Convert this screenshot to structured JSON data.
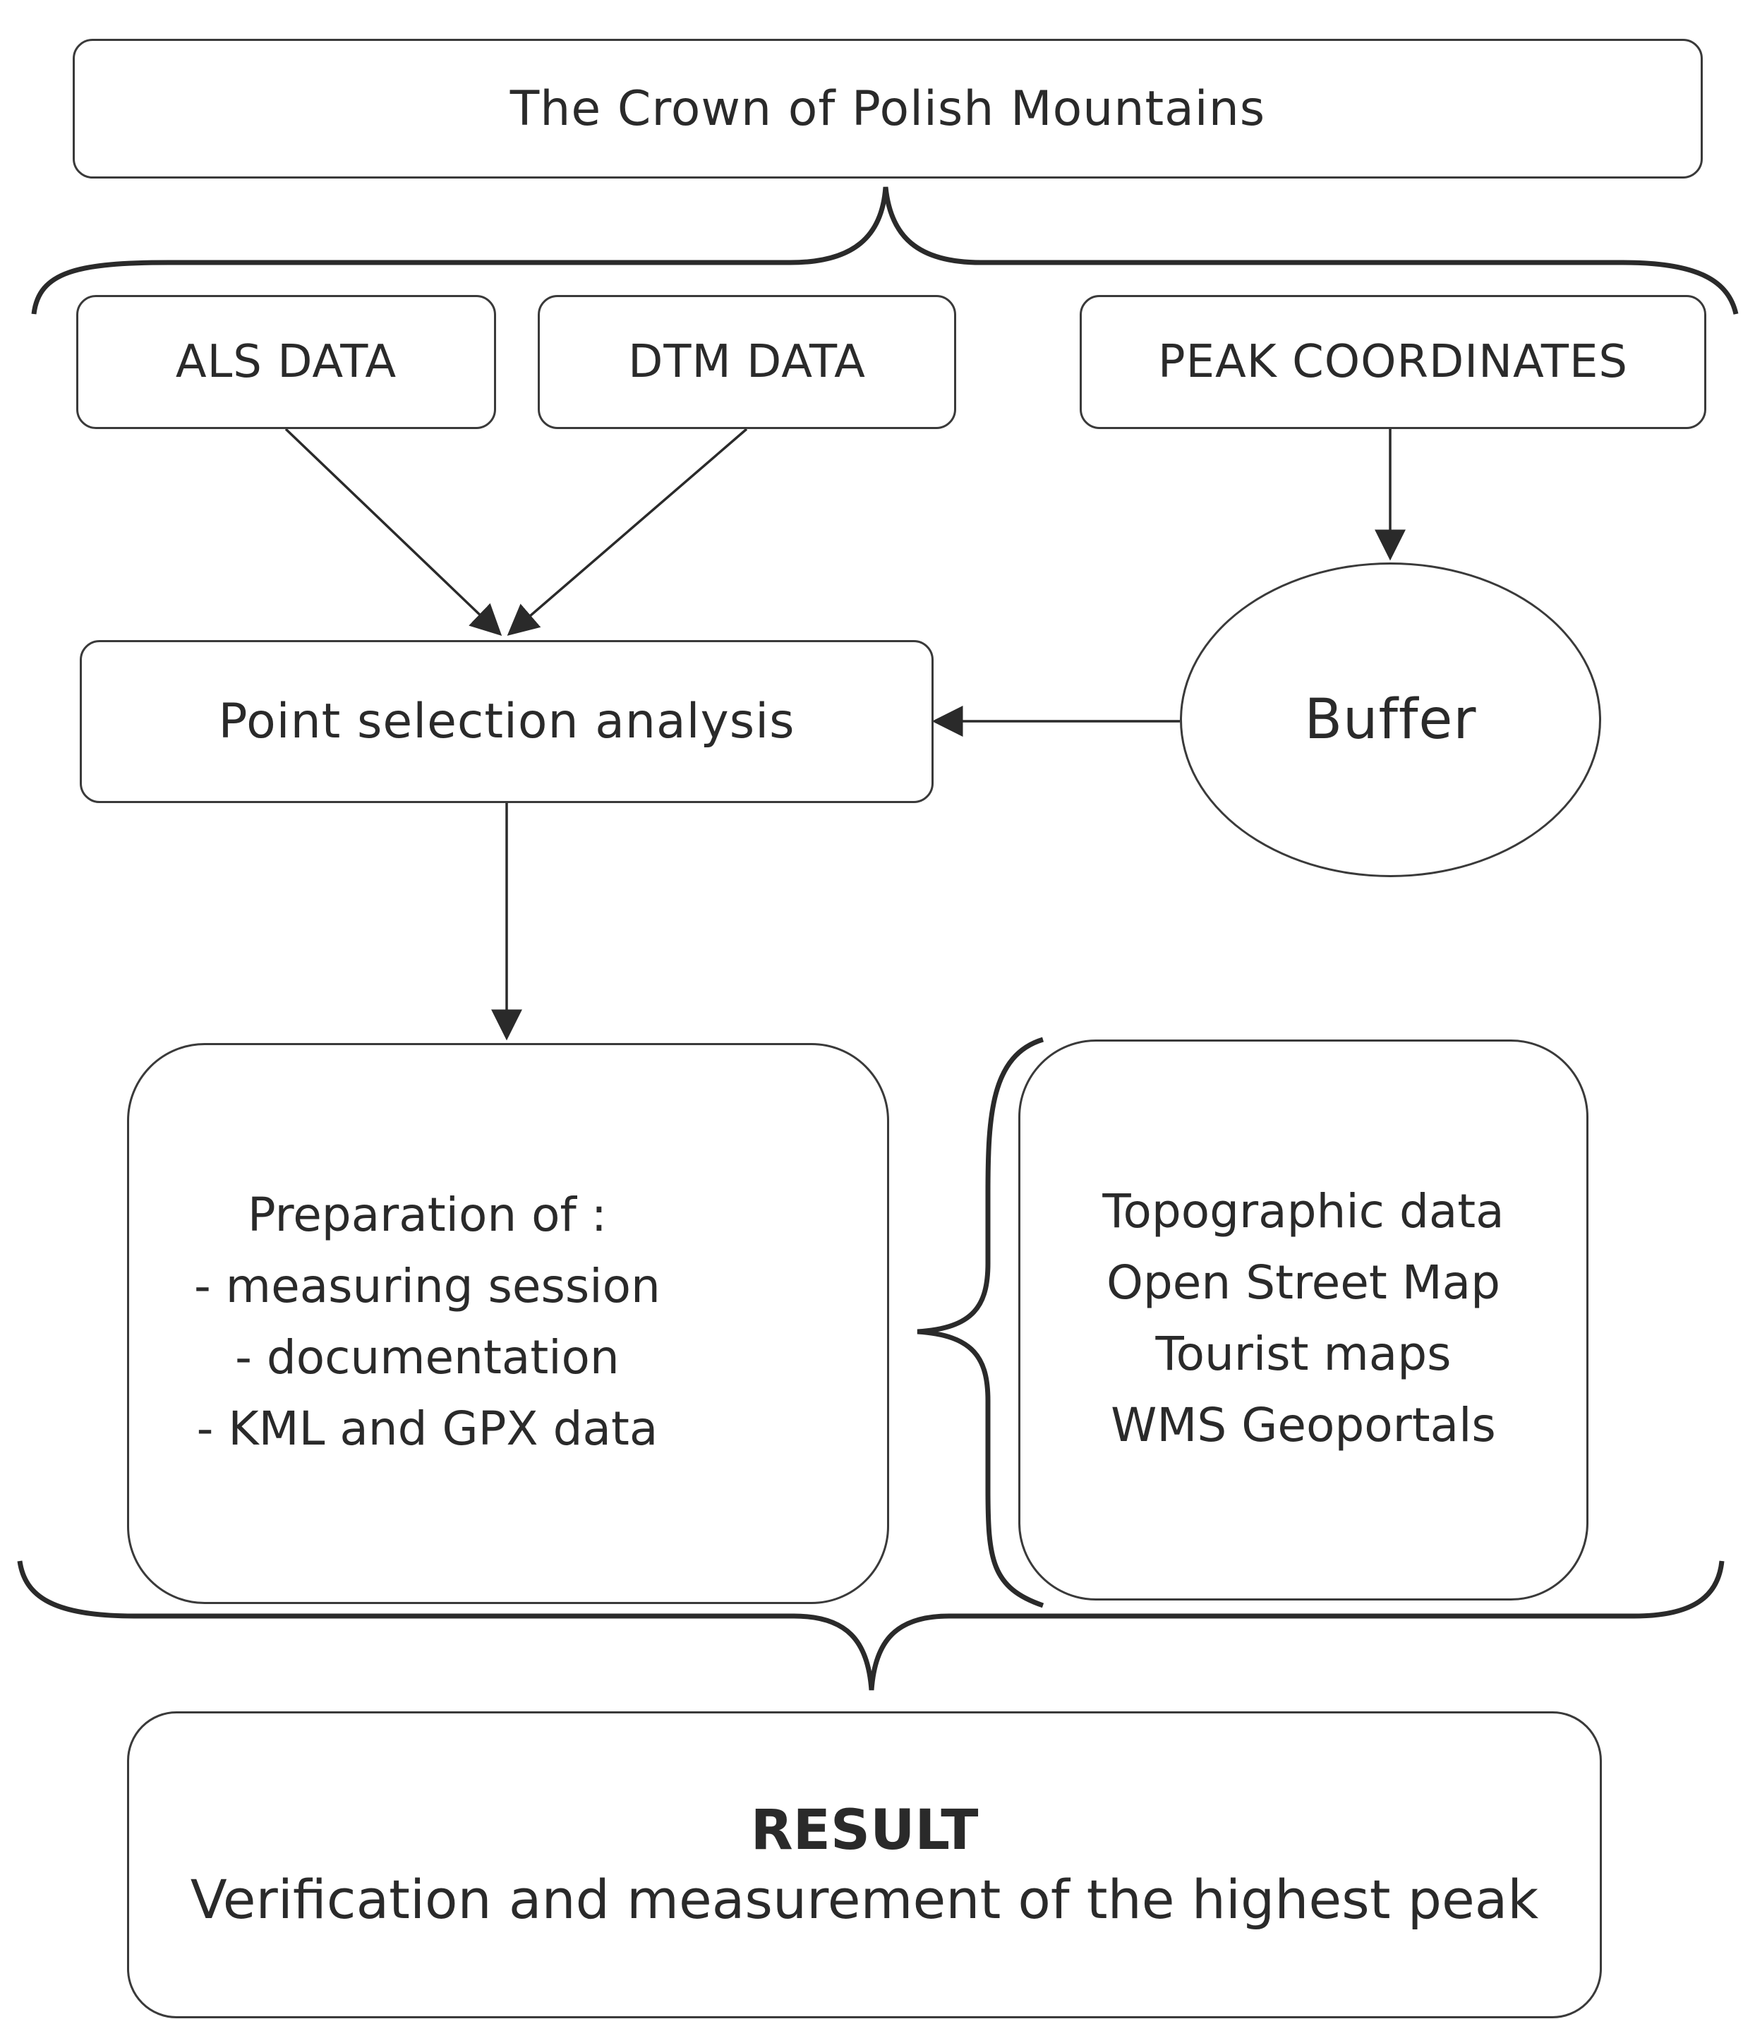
{
  "title": "The Crown of Polish Mountains",
  "inputs": {
    "als": "ALS DATA",
    "dtm": "DTM DATA",
    "peak": "PEAK COORDINATES"
  },
  "buffer": "Buffer",
  "analysis": "Point selection analysis",
  "preparation": {
    "heading": "Preparation of :",
    "items": [
      "- measuring session",
      "- documentation",
      "- KML and GPX data"
    ]
  },
  "sources": [
    "Topographic data",
    "Open Street  Map",
    "Tourist maps",
    "WMS Geoportals"
  ],
  "result": {
    "heading": "RESULT",
    "text": "Verification and measurement of the highest peak"
  }
}
